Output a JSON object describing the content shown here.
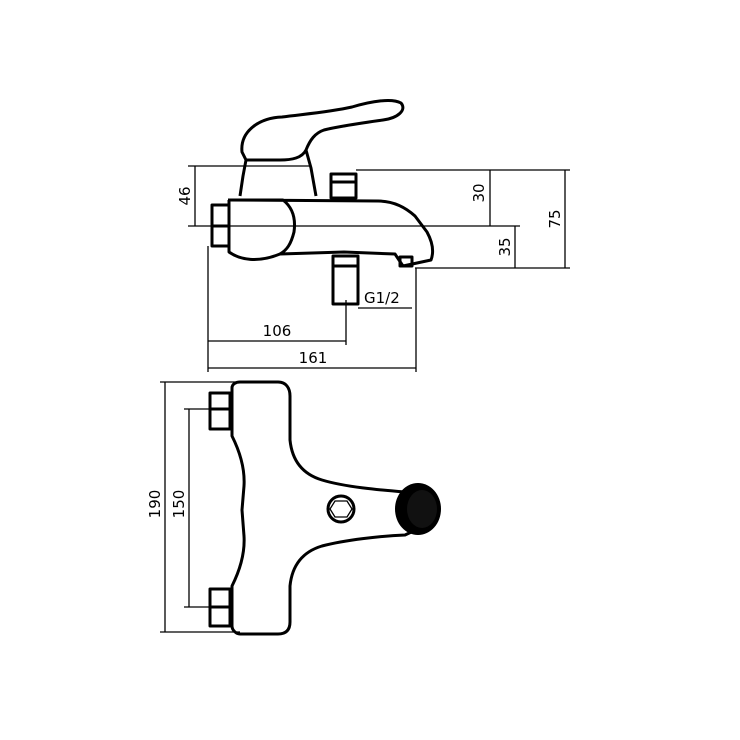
{
  "side_view": {
    "dim_46": "46",
    "dim_30": "30",
    "dim_75": "75",
    "dim_35": "35",
    "dim_106": "106",
    "dim_161": "161",
    "thread": "G1/2"
  },
  "top_view": {
    "dim_190": "190",
    "dim_150": "150"
  }
}
